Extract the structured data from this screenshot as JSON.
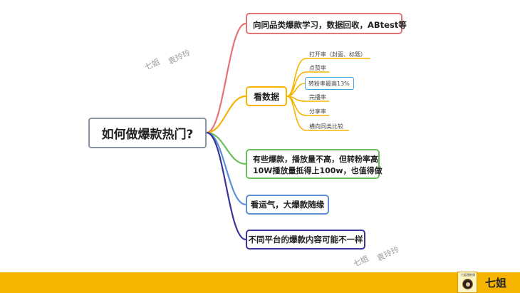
{
  "root": {
    "label": "如何做爆款热门?"
  },
  "branches": [
    {
      "label": "向同品类爆款学习，数据回收，ABtest等",
      "color": "#e57373"
    },
    {
      "label": "看数据",
      "color": "#f5b400"
    },
    {
      "label_line1": "有些爆款，播放量不高，但转粉率高",
      "label_line2": "10W播放量抵得上100w，也值得做",
      "color": "#6abf5a"
    },
    {
      "label": "看运气，大爆款随缘",
      "color": "#5b8fd6"
    },
    {
      "label": "不同平台的爆款内容可能不一样",
      "color": "#3a3596"
    }
  ],
  "data_leaves": [
    "打开率（封面、标题）",
    "点赞率",
    "转粉率最高13%",
    "完播率",
    "分享率",
    "横向同类比较"
  ],
  "watermarks": {
    "top_left_a": "七姐",
    "top_left_b": "袁玲玲",
    "bottom_a": "七姐",
    "bottom_b": "袁玲玲"
  },
  "footer": {
    "logo_caption": "七姐涨粉课",
    "name": "七姐"
  }
}
